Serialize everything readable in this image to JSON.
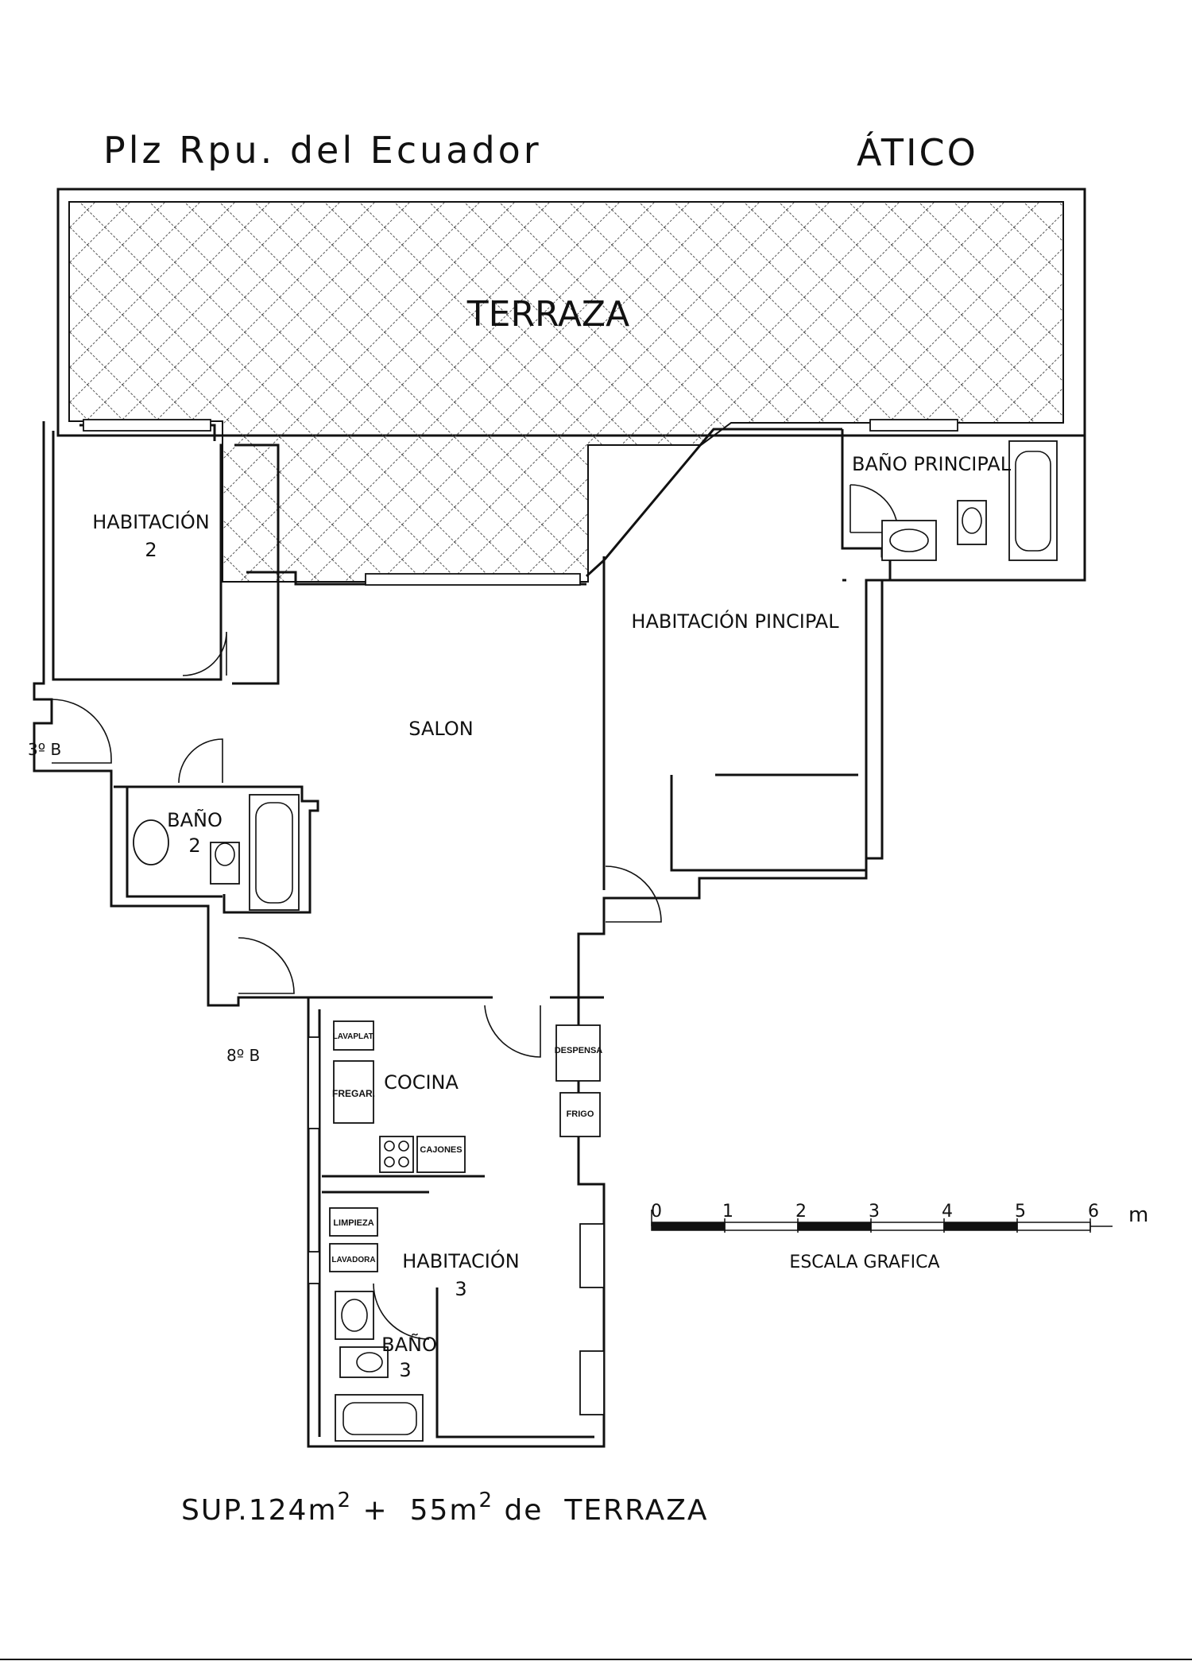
{
  "header": {
    "address": "Plz Rpu. del Ecuador",
    "floor": "ÁTICO"
  },
  "rooms": {
    "terrace": "TERRAZA",
    "bedroom2_l1": "HABITACIÓN",
    "bedroom2_l2": "2",
    "living": "SALON",
    "bath2_l1": "BAÑO",
    "bath2_l2": "2",
    "master_bath": "BAÑO PRINCIPAL",
    "master_bedroom": "HABITACIÓN PINCIPAL",
    "kitchen": "COCINA",
    "bedroom3_l1": "HABITACIÓN",
    "bedroom3_l2": "3",
    "bath3_l1": "BAÑO",
    "bath3_l2": "3"
  },
  "fixtures": {
    "dishwasher": "LAVAPLAT.",
    "sink": "FREGAR.",
    "drawers": "CAJONES",
    "pantry": "DESPENSA",
    "fridge": "FRIGO",
    "cleaning": "LIMPIEZA",
    "washer": "LAVADORA"
  },
  "neighbors": {
    "left_upper": "3º B",
    "left_lower": "8º B"
  },
  "scale": {
    "ticks": [
      "0",
      "1",
      "2",
      "3",
      "4",
      "5",
      "6"
    ],
    "unit": "m",
    "caption": "ESCALA GRAFICA"
  },
  "surface": {
    "prefix": "SUP.124m",
    "sup1": "2",
    "middle": " +  55m",
    "sup2": "2",
    "suffix": " de  TERRAZA"
  }
}
